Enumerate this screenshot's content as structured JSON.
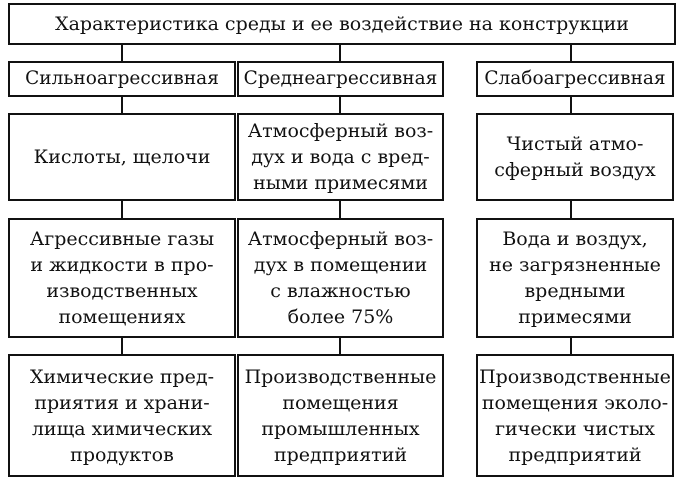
{
  "diagram": {
    "title": "Характеристика среды и ее воздействие на конструкции",
    "columns": [
      {
        "header": "Сильноагрессивная",
        "cells": [
          "Кислоты, щелочи",
          "Агрессивные газы\nи жидкости в про-\nизводственных\nпомещениях",
          "Химические пред-\nприятия и храни-\nлища химических\nпродуктов"
        ]
      },
      {
        "header": "Среднеагрессивная",
        "cells": [
          "Атмосферный воз-\nдух и вода с вред-\nными примесями",
          "Атмосферный воз-\nдух в помещении\nс влажностью\nболее 75%",
          "Производственные\nпомещения\nпромышленных\nпредприятий"
        ]
      },
      {
        "header": "Слабоагрессивная",
        "cells": [
          "Чистый атмо-\nсферный воздух",
          "Вода и воздух,\nне загрязненные\nвредными\nпримесями",
          "Производственные\nпомещения эколо-\nгически чистых\nпредприятий"
        ]
      }
    ]
  }
}
